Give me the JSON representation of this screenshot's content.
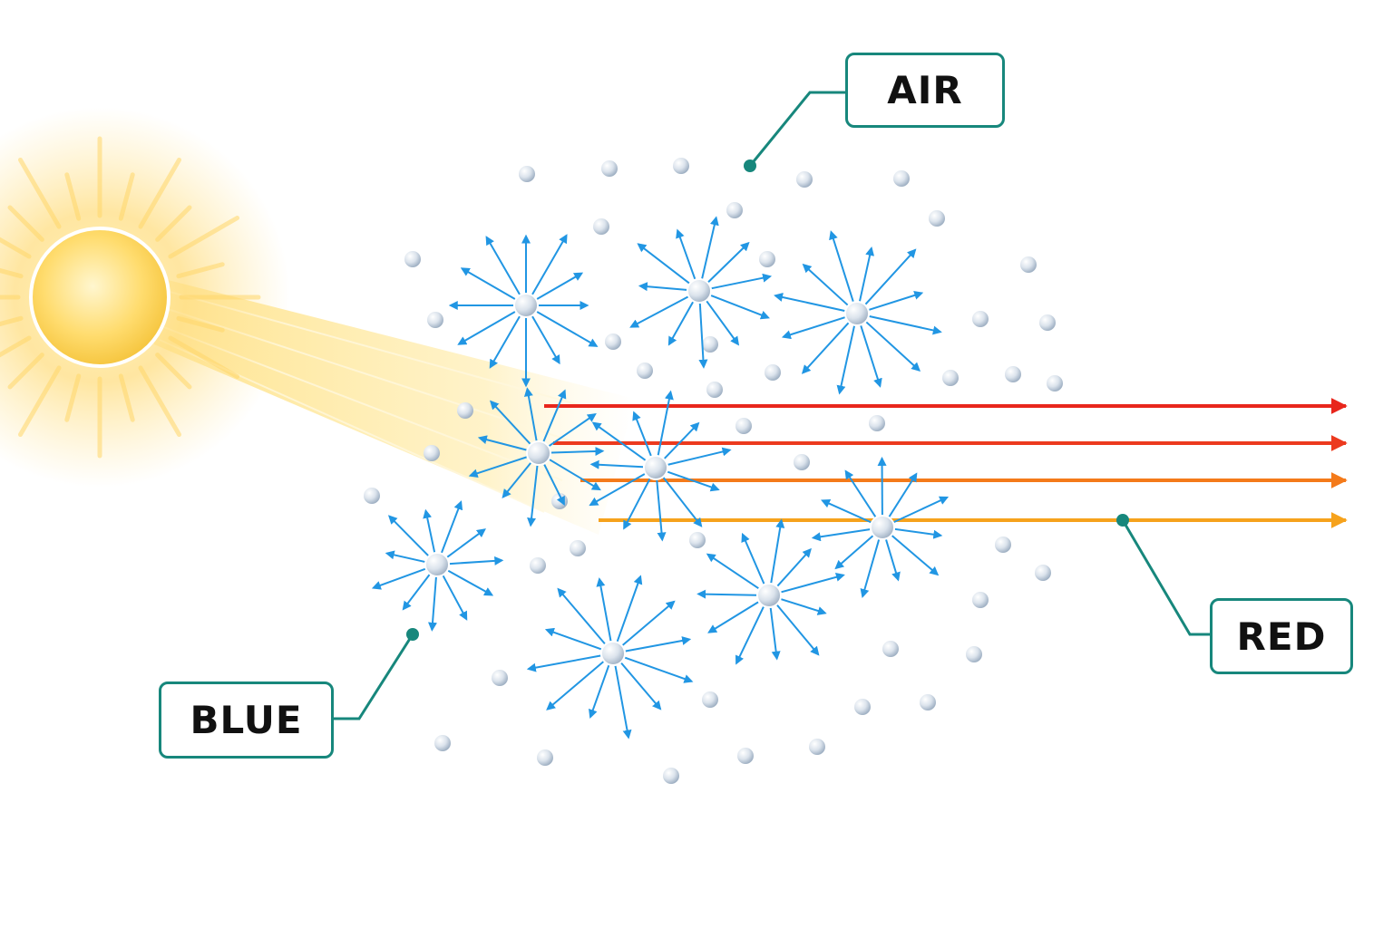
{
  "labels": {
    "air": "AIR",
    "red": "RED",
    "blue": "BLUE"
  },
  "colors": {
    "callout": "#17877c",
    "scatter_arrow": "#2196e3",
    "molecule": "#c8d3e0",
    "sun_core": "#ffd34e",
    "sun_glow": "#ffe9a8",
    "red_ray_1": "#e8261c",
    "red_ray_2": "#ec3a1e",
    "red_ray_3": "#f47a1a",
    "red_ray_4": "#f6a21c"
  },
  "icons": {
    "sun": "sun-icon",
    "molecule": "air-molecule-icon",
    "scatter": "scatter-burst-icon"
  }
}
